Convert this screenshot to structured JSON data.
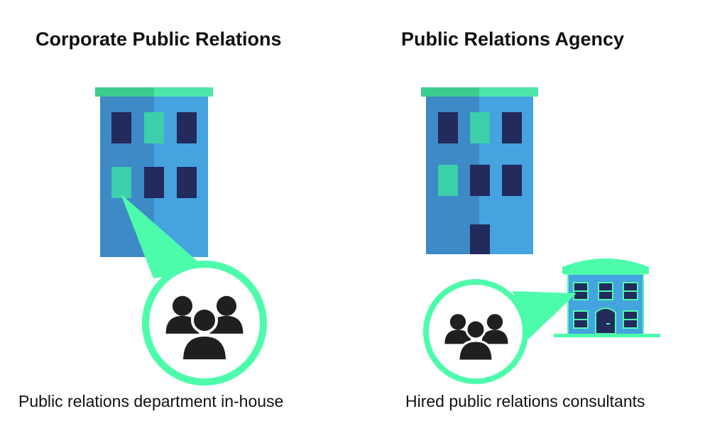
{
  "colors": {
    "accent": "#4dfcab",
    "building_light": "#45a3e0",
    "building_dark": "#3d8ac6",
    "window_dark": "#232a5c",
    "window_teal": "#3ccfaa",
    "roof_light": "#4de5a9",
    "roof_dark": "#3ccc8f",
    "people": "#1f1f1f"
  },
  "left_panel": {
    "title": "Corporate Public Relations",
    "caption": "Public relations department in-house",
    "building_icon": "office-building-icon",
    "people_icon": "group-of-people-icon"
  },
  "right_panel": {
    "title": "Public Relations Agency",
    "caption": "Hired public relations consultants",
    "building_icon": "office-building-icon",
    "agency_icon": "small-agency-building-icon",
    "people_icon": "group-of-people-icon"
  }
}
